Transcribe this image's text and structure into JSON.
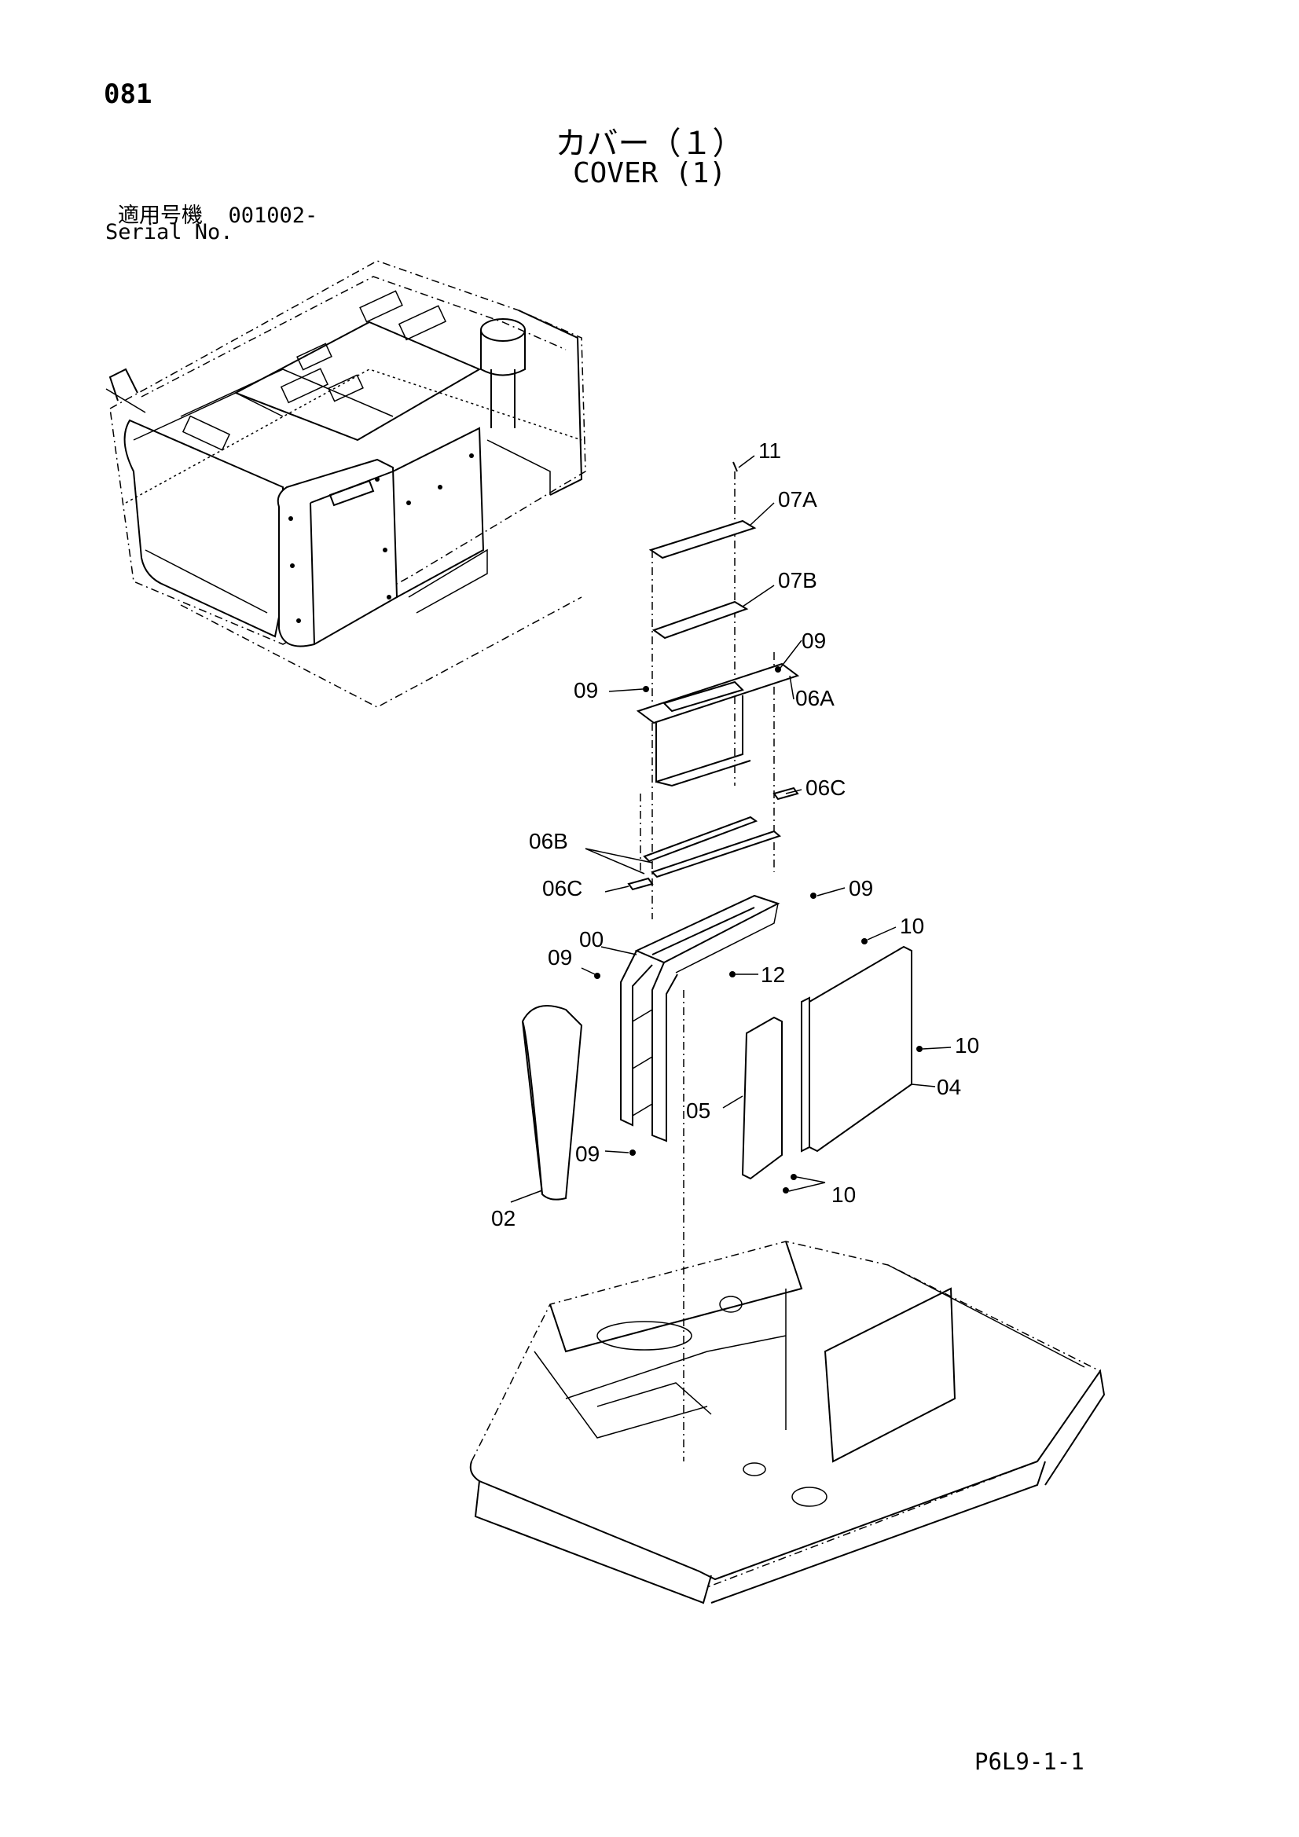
{
  "header": {
    "page_number": "081",
    "title_jp": "カバー（１）",
    "title_en": "COVER (1)",
    "serial_label_jp": "適用号機",
    "serial_value": "001002-",
    "serial_label_en": "Serial No."
  },
  "callouts": {
    "c11": "11",
    "c07A": "07A",
    "c07B": "07B",
    "c09_top": "09",
    "c09_left": "09",
    "c06A": "06A",
    "c06C_top": "06C",
    "c06B": "06B",
    "c06C_left": "06C",
    "c09_mid": "09",
    "c10_top": "10",
    "c00": "00",
    "c09_frame": "09",
    "c12": "12",
    "c10_right": "10",
    "c04": "04",
    "c05": "05",
    "c09_bottom": "09",
    "c10_bottom": "10",
    "c02": "02"
  },
  "footer": {
    "code": "P6L9-1-1"
  }
}
